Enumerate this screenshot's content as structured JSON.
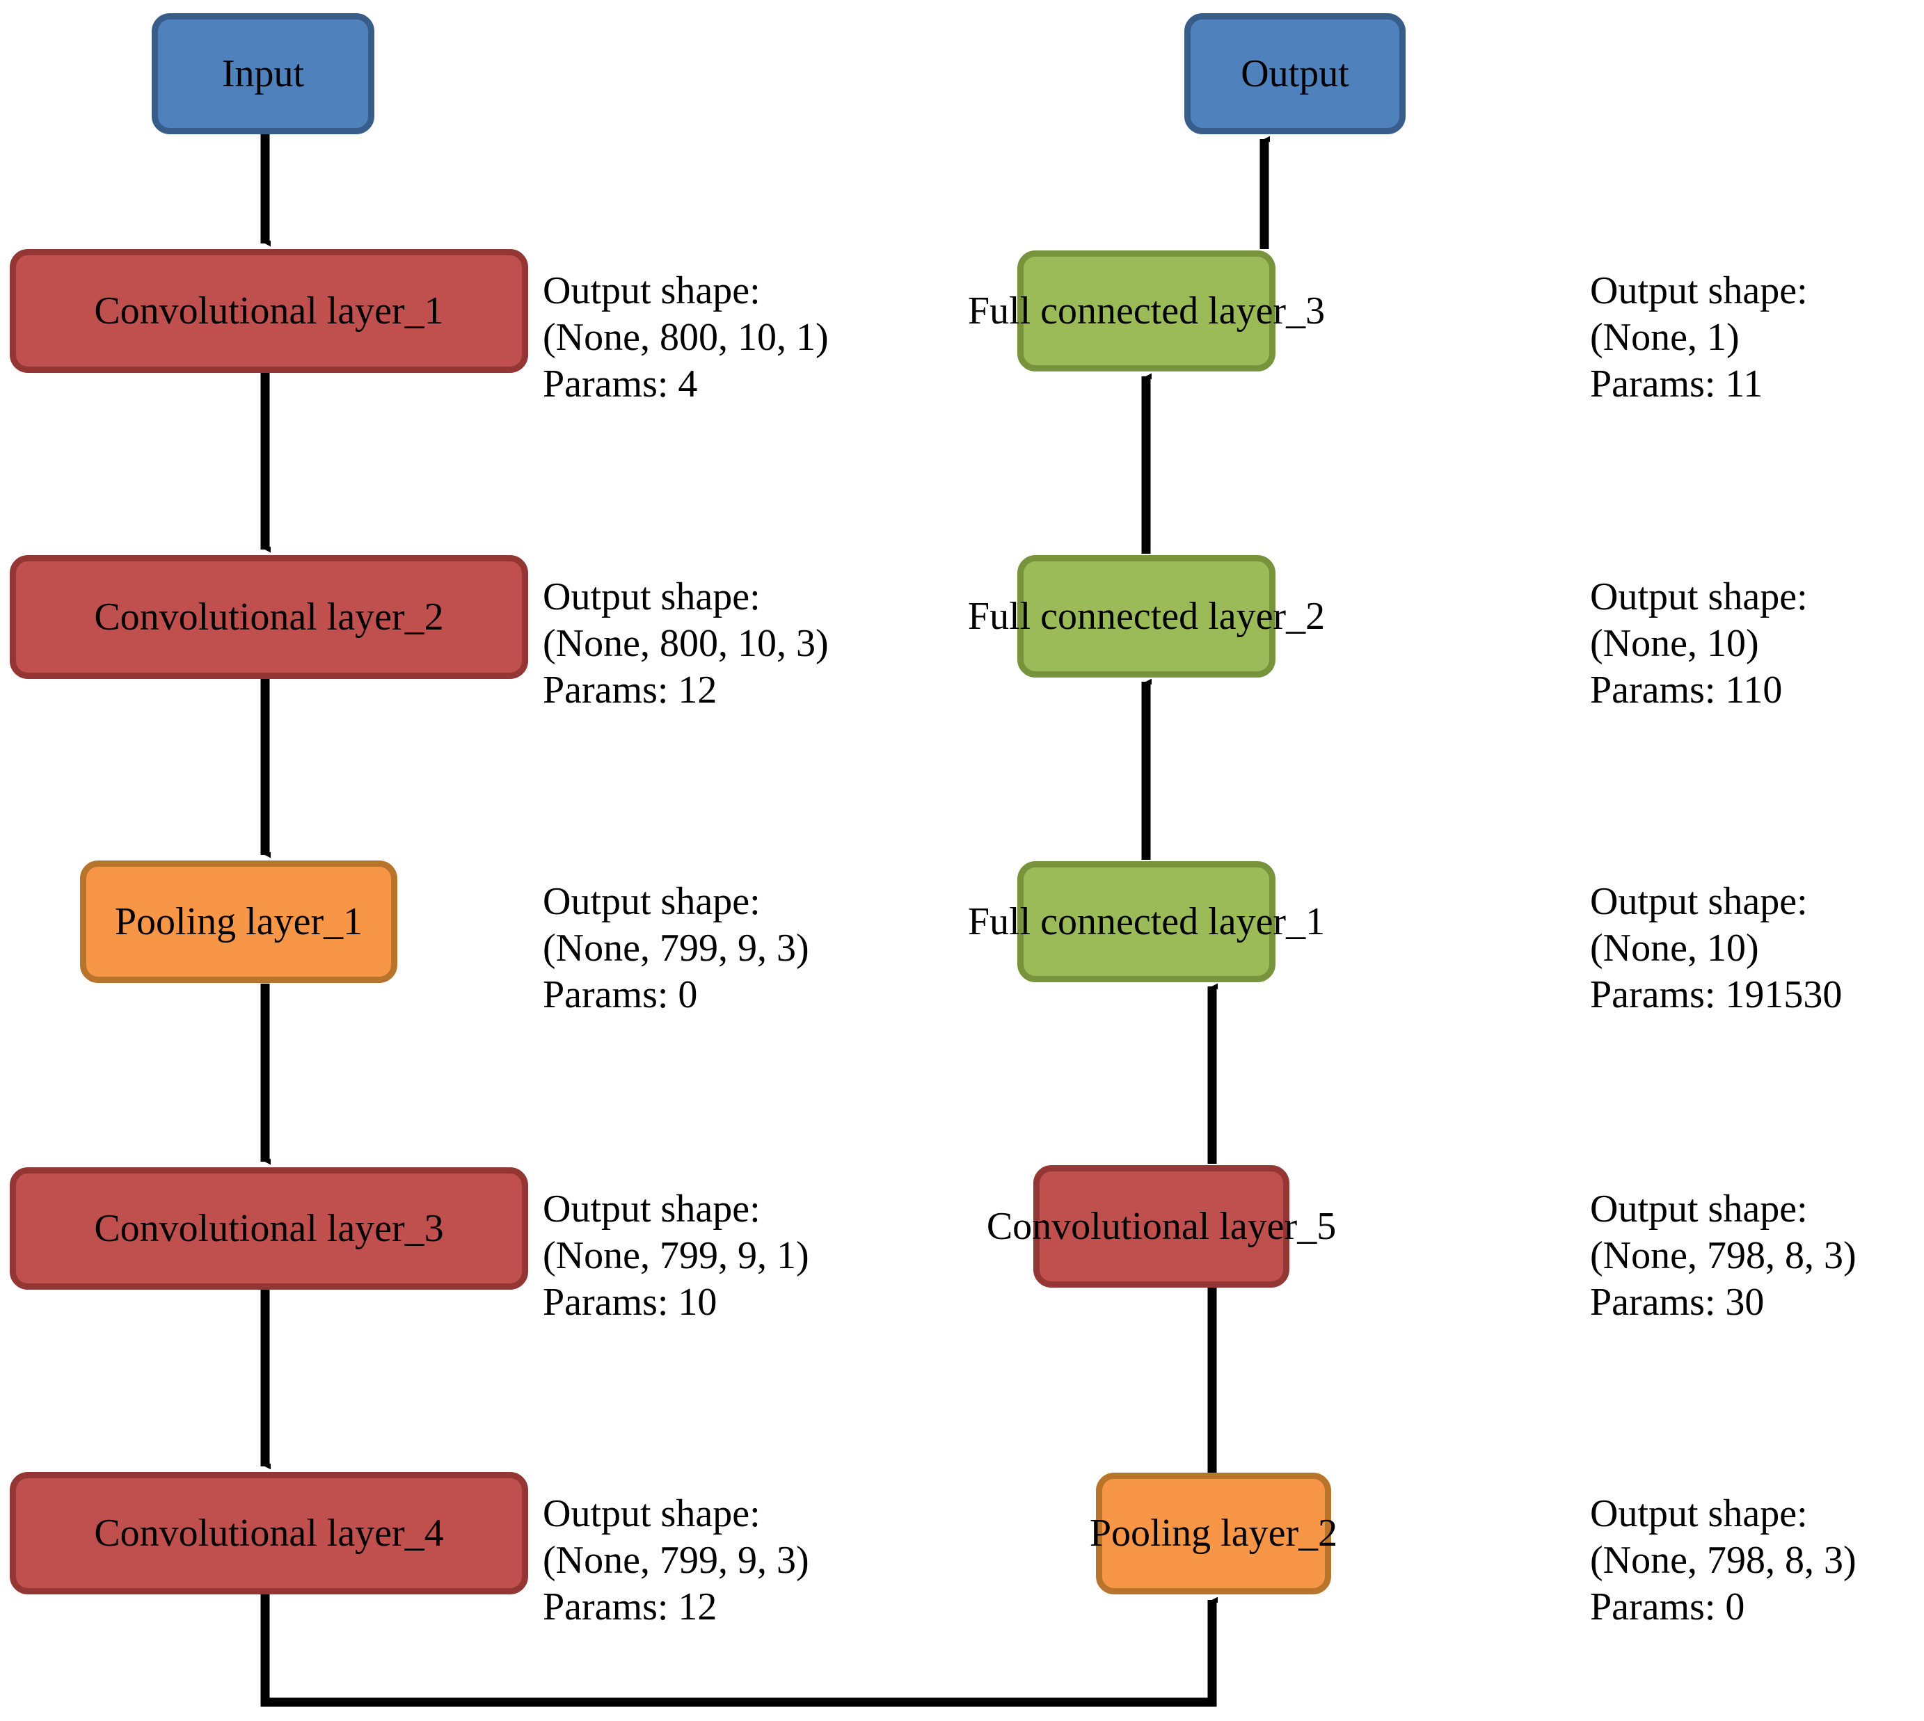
{
  "diagram": {
    "title": "CNN architecture flow diagram",
    "colors": {
      "input_output_fill": "#4f81bd",
      "input_output_border": "#385d8a",
      "conv_fill": "#c0504d",
      "conv_border": "#943634",
      "pool_fill": "#f79646",
      "pool_border": "#b9742c",
      "fc_fill": "#9bbb59",
      "fc_border": "#77933c",
      "edge": "#000000",
      "background": "#ffffff"
    },
    "labels": {
      "output_shape_prefix": "Output shape:",
      "params_prefix": "Params:"
    },
    "nodes": [
      {
        "id": "input",
        "label": "Input",
        "type": "io",
        "annotation": null
      },
      {
        "id": "conv1",
        "label": "Convolutional layer_1",
        "type": "conv",
        "annotation": {
          "l1": "Output shape:",
          "l2": "(None, 800, 10, 1)",
          "l3": "Params: 4"
        }
      },
      {
        "id": "conv2",
        "label": "Convolutional layer_2",
        "type": "conv",
        "annotation": {
          "l1": "Output shape:",
          "l2": "(None, 800, 10, 3)",
          "l3": "Params: 12"
        }
      },
      {
        "id": "pool1",
        "label": "Pooling layer_1",
        "type": "pool",
        "annotation": {
          "l1": "Output shape:",
          "l2": "(None, 799, 9, 3)",
          "l3": "Params: 0"
        }
      },
      {
        "id": "conv3",
        "label": "Convolutional layer_3",
        "type": "conv",
        "annotation": {
          "l1": "Output shape:",
          "l2": "(None, 799, 9, 1)",
          "l3": "Params: 10"
        }
      },
      {
        "id": "conv4",
        "label": "Convolutional layer_4",
        "type": "conv",
        "annotation": {
          "l1": "Output shape:",
          "l2": "(None, 799, 9, 3)",
          "l3": "Params: 12"
        }
      },
      {
        "id": "pool2",
        "label": "Pooling layer_2",
        "type": "pool",
        "annotation": {
          "l1": "Output shape:",
          "l2": "(None, 798, 8, 3)",
          "l3": "Params: 0"
        }
      },
      {
        "id": "conv5",
        "label": "Convolutional layer_5",
        "type": "conv",
        "annotation": {
          "l1": "Output shape:",
          "l2": "(None, 798, 8, 3)",
          "l3": "Params: 30"
        }
      },
      {
        "id": "fc1",
        "label": "Full connected layer_1",
        "type": "fc",
        "annotation": {
          "l1": "Output shape:",
          "l2": "(None, 10)",
          "l3": "Params: 191530"
        }
      },
      {
        "id": "fc2",
        "label": "Full connected layer_2",
        "type": "fc",
        "annotation": {
          "l1": "Output shape:",
          "l2": "(None, 10)",
          "l3": "Params: 110"
        }
      },
      {
        "id": "fc3",
        "label": "Full connected layer_3",
        "type": "fc",
        "annotation": {
          "l1": "Output shape:",
          "l2": "(None, 1)",
          "l3": "Params: 11"
        }
      },
      {
        "id": "output",
        "label": "Output",
        "type": "io",
        "annotation": null
      }
    ],
    "flow": [
      "input",
      "conv1",
      "conv2",
      "pool1",
      "conv3",
      "conv4",
      "pool2",
      "conv5",
      "fc1",
      "fc2",
      "fc3",
      "output"
    ]
  }
}
